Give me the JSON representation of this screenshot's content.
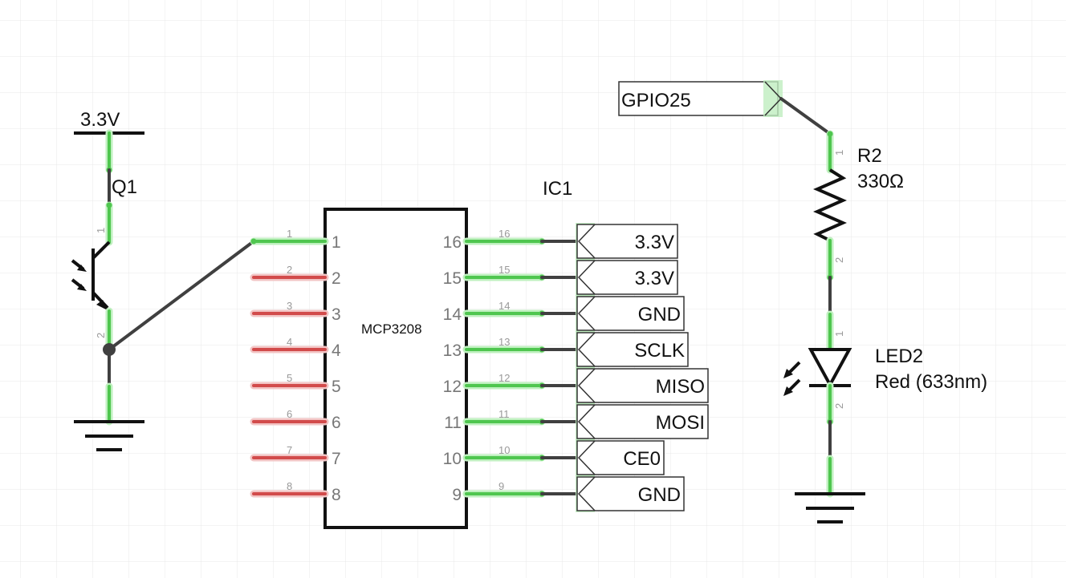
{
  "power": {
    "vcc_label": "3.3V"
  },
  "q1": {
    "ref": "Q1",
    "pin1": "1",
    "pin2": "2"
  },
  "ic1": {
    "ref": "IC1",
    "part": "MCP3208",
    "left_pins": [
      "1",
      "2",
      "3",
      "4",
      "5",
      "6",
      "7",
      "8"
    ],
    "right_pins": [
      "16",
      "15",
      "14",
      "13",
      "12",
      "11",
      "10",
      "9"
    ],
    "left_connected": [
      true,
      false,
      false,
      false,
      false,
      false,
      false,
      false
    ]
  },
  "nets": [
    "3.3V",
    "3.3V",
    "GND",
    "SCLK",
    "MISO",
    "MOSI",
    "CE0",
    "GND"
  ],
  "r2": {
    "ref": "R2",
    "value": "330Ω",
    "pin1": "1",
    "pin2": "2"
  },
  "gpio": {
    "label": "GPIO25"
  },
  "led2": {
    "ref": "LED2",
    "value": "Red (633nm)",
    "pin1": "1",
    "pin2": "2"
  },
  "colors": {
    "connected": "#4fc64f",
    "unconnected": "#d24b4b",
    "wire": "#404040",
    "grid": "#e8e8e8"
  }
}
